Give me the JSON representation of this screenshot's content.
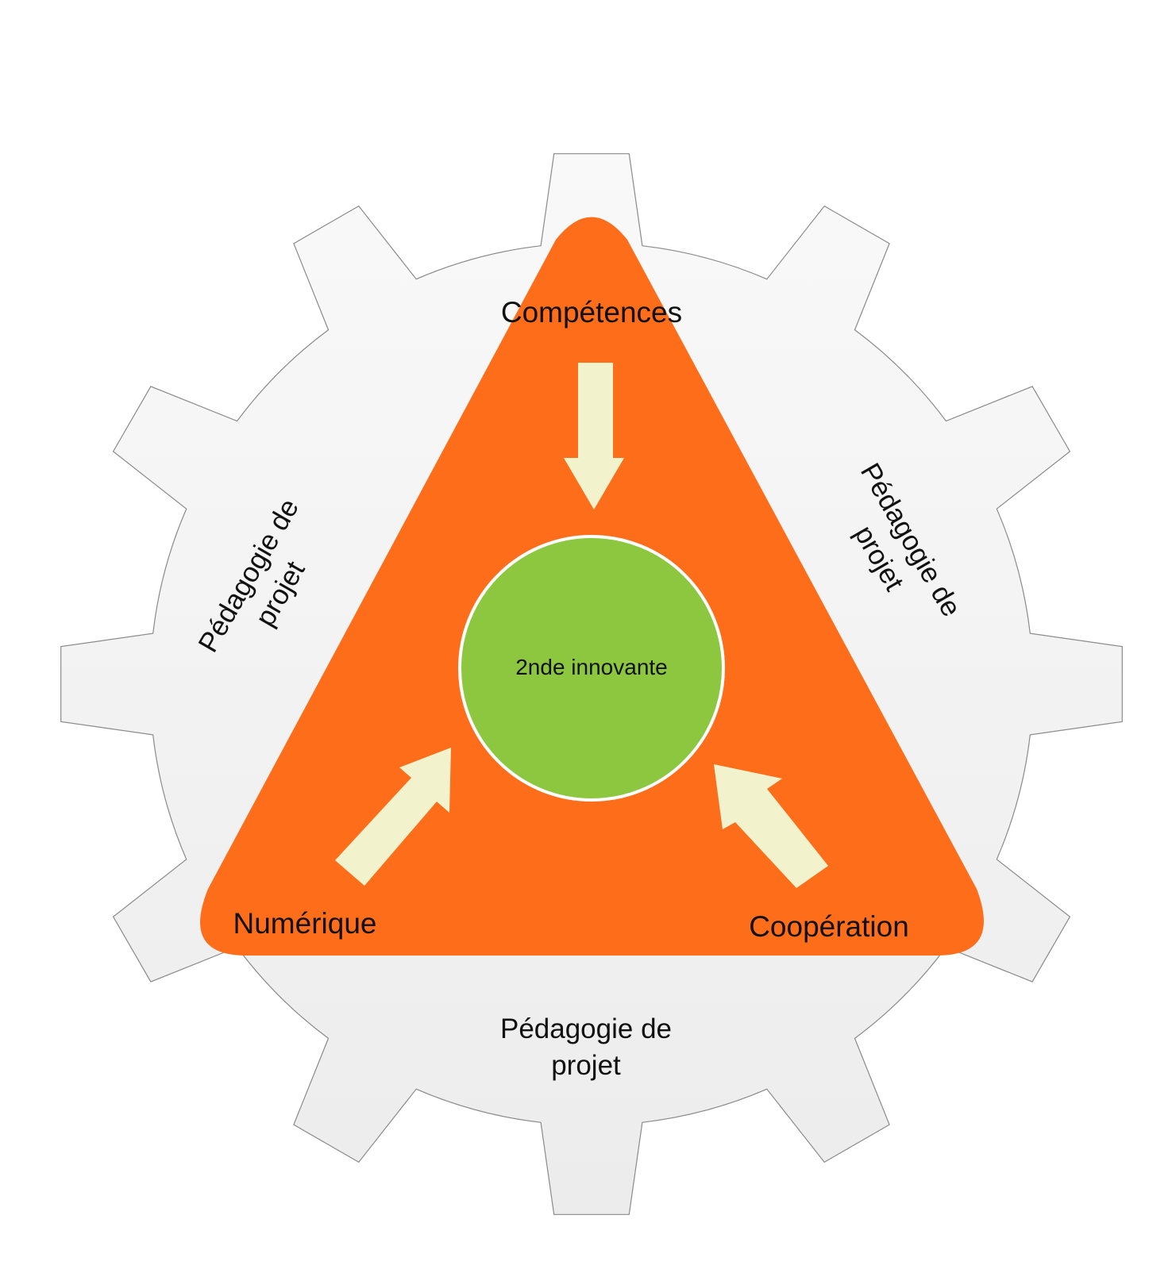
{
  "diagram": {
    "type": "gear-triangle-concept",
    "colors": {
      "gear_fill_top": "#f9f9f9",
      "gear_fill_bottom": "#ececec",
      "gear_stroke": "#8a8a8a",
      "triangle": "#fd6d1a",
      "center_circle": "#8dc63f",
      "center_circle_border": "#ffffff",
      "arrows": "#f2f3cc",
      "text": "#111111"
    },
    "gear": {
      "teeth": 12,
      "labels": {
        "left": [
          "Pédagogie de",
          "projet"
        ],
        "right": [
          "Pédagogie de",
          "projet"
        ],
        "bottom": [
          "Pédagogie de",
          "projet"
        ]
      }
    },
    "triangle": {
      "top_label": "Compétences",
      "bottom_left_label": "Numérique",
      "bottom_right_label": "Coopération"
    },
    "center": {
      "label": "2nde innovante"
    },
    "arrows": [
      {
        "from": "Compétences",
        "to": "2nde innovante",
        "direction": "down"
      },
      {
        "from": "Numérique",
        "to": "2nde innovante",
        "direction": "up-right"
      },
      {
        "from": "Coopération",
        "to": "2nde innovante",
        "direction": "up-left"
      }
    ]
  }
}
